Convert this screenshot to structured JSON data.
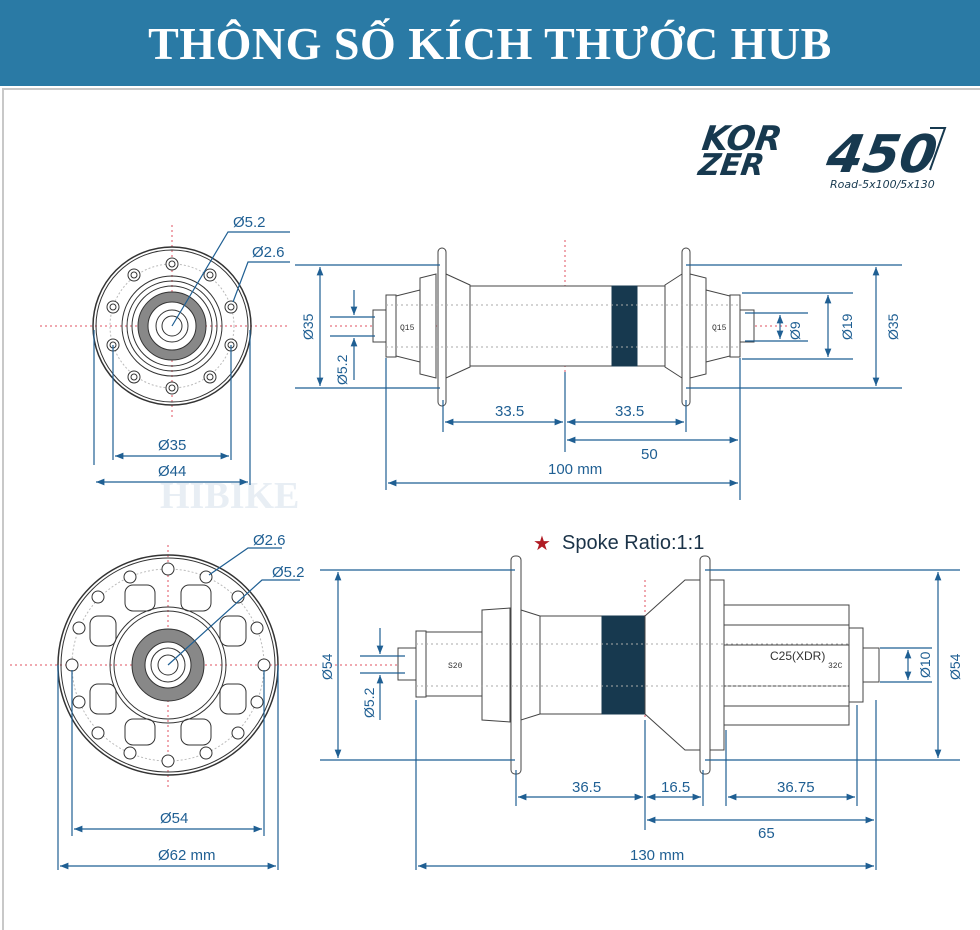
{
  "header": {
    "title": "THÔNG SỐ KÍCH THƯỚC HUB",
    "background_color": "#2a7aa5",
    "text_color": "#ffffff"
  },
  "logo": {
    "line1": "KOR",
    "line2": "ZER",
    "model": "450",
    "subtitle": "Road-5x100/5x130",
    "color": "#17394f"
  },
  "watermark": "HIBIKE",
  "spoke_ratio": {
    "label": "Spoke Ratio:1:1",
    "icon": "star-icon",
    "icon_color": "#b01c24"
  },
  "colors": {
    "dimension": "#1f5f93",
    "centerline": "#e05060",
    "outline": "#333333"
  },
  "front_hub": {
    "end_view": {
      "hole_diameter_label": "Ø2.6",
      "axle_diameter_label": "Ø5.2",
      "pcd_label": "Ø35",
      "flange_diameter_label": "Ø44"
    },
    "side_view": {
      "flange_left_label": "Ø35",
      "axle_left_label": "Ø5.2",
      "flange_right_label": "Ø35",
      "endcap_label": "Ø19",
      "axle_right_label": "Ø9",
      "left_flange_to_center": "33.5",
      "right_flange_to_center": "33.5",
      "center_to_end": "50",
      "overall_width": "100 mm",
      "part_label_left": "Q15",
      "part_label_right": "Q15"
    }
  },
  "rear_hub": {
    "end_view": {
      "hole_diameter_label": "Ø2.6",
      "axle_diameter_label": "Ø5.2",
      "pcd_label": "Ø54",
      "flange_diameter_label": "Ø62 mm"
    },
    "side_view": {
      "flange_left_label": "Ø54",
      "axle_left_label": "Ø5.2",
      "flange_right_label": "Ø54",
      "axle_right_label": "Ø10",
      "left_flange_to_center": "36.5",
      "center_to_right_flange": "16.5",
      "freehub_length": "36.75",
      "center_to_end": "65",
      "overall_width": "130 mm",
      "freehub_label": "C25(XDR)",
      "part_label_left": "S20",
      "part_label_right": "32C"
    }
  }
}
